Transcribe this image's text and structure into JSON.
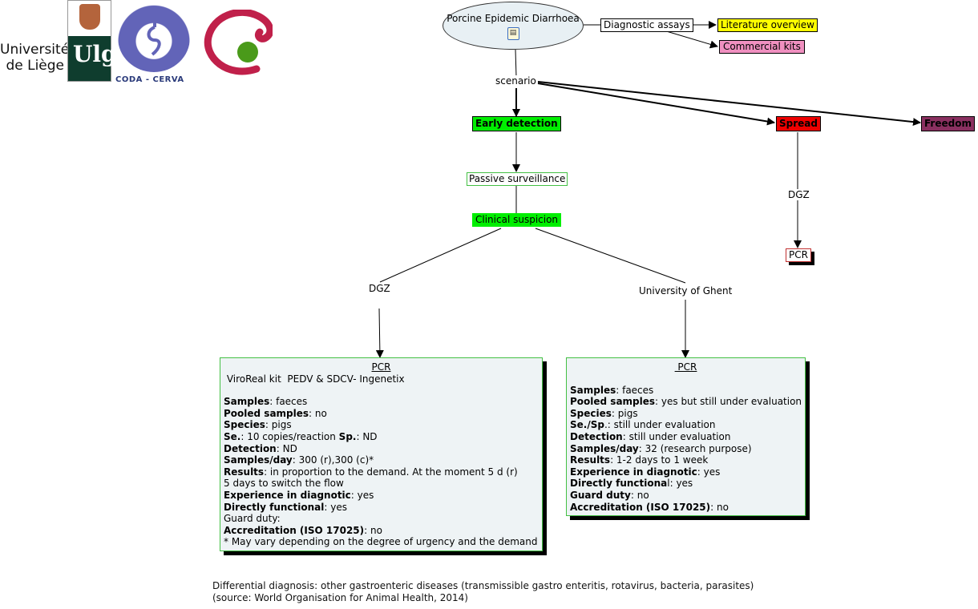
{
  "logos": {
    "ulg": {
      "line1": "Université",
      "line2": "de Liège",
      "mark": "Ulg"
    },
    "coda": {
      "label": "CODA - CERVA"
    },
    "third": {
      "name": "c-logo"
    }
  },
  "colors": {
    "early_detection": "#00ee00",
    "clinical_suspicion": "#00ee00",
    "spread": "#ee0000",
    "freedom": "#8a3060",
    "literature": "#ffff00",
    "commercial": "#f090c0",
    "panel_bg": "#eef3f5",
    "panel_border": "#44c044"
  },
  "root": {
    "title": "Porcine Epidemic Diarrhoea",
    "icon": "document-icon"
  },
  "links": {
    "diagnostic_assays": "Diagnostic assays",
    "scenario": "scenario",
    "dgz_spread": "DGZ",
    "dgz_left": "DGZ",
    "ghent": "University of Ghent"
  },
  "nodes": {
    "literature": "Literature overview",
    "commercial": "Commercial kits",
    "early_detection": "Early detection",
    "spread": "Spread",
    "freedom": "Freedom",
    "passive": "Passive surveillance",
    "clinical": "Clinical suspicion",
    "pcr_spread": "PCR"
  },
  "panel_dgz": {
    "title": "PCR",
    "subtitle": " ViroReal kit  PEDV & SDCV- Ingenetix",
    "rows": [
      {
        "k": "Samples",
        "v": ": faeces"
      },
      {
        "k": "Pooled samples",
        "v": ": no"
      },
      {
        "k": "Species",
        "v": ": pigs"
      },
      {
        "k": "Se.",
        "v": ": 10 copies/reaction ",
        "k2": "Sp.",
        "v2": ": ND"
      },
      {
        "k": "Detection",
        "v": ": ND"
      },
      {
        "k": "Samples/day",
        "v": ": 300 (r),300 (c)*"
      },
      {
        "k": "Results",
        "v": ": in proportion to the demand. At the moment 5 d (r)"
      },
      {
        "k": "",
        "v": "5 days to switch the flow"
      },
      {
        "k": "Experience in diagnotic",
        "v": ": yes"
      },
      {
        "k": "Directly functional",
        "v": ": yes"
      },
      {
        "k": "",
        "v": "Guard duty:"
      },
      {
        "k": "Accreditation (ISO 17025)",
        "v": ": no"
      },
      {
        "k": "",
        "v": "* May vary depending on the degree of urgency and the demand"
      }
    ]
  },
  "panel_ghent": {
    "title": " PCR",
    "rows": [
      {
        "k": "Samples",
        "v": ": faeces"
      },
      {
        "k": "Pooled samples",
        "v": ": yes but still under evaluation"
      },
      {
        "k": "Species",
        "v": ": pigs"
      },
      {
        "k": "Se./Sp",
        "v": ".: still under evaluation"
      },
      {
        "k": "Detection",
        "v": ": still under evaluation"
      },
      {
        "k": "Samples/day",
        "v": ": 32 (research purpose)"
      },
      {
        "k": "Results",
        "v": ": 1-2 days to 1 week"
      },
      {
        "k": "Experience in diagnotic",
        "v": ": yes"
      },
      {
        "k": "Directly functiona",
        "v": "l: yes"
      },
      {
        "k": "Guard duty",
        "v": ": no"
      },
      {
        "k": "Accreditation (ISO 17025)",
        "v": ": no"
      }
    ]
  },
  "footer": {
    "line1": "Differential diagnosis: other gastroenteric diseases (transmissible gastro enteritis, rotavirus, bacteria, parasites)",
    "line2": "(source: World Organisation for Animal Health, 2014)"
  }
}
